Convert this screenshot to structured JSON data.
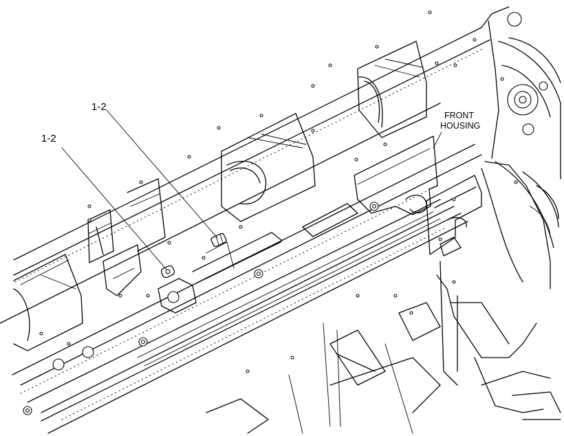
{
  "callouts": [
    {
      "id": "callout-1",
      "label": "1-2"
    },
    {
      "id": "callout-2",
      "label": "1-2"
    }
  ],
  "annotations": {
    "front_housing_line1": "FRONT",
    "front_housing_line2": "HOUSING"
  }
}
